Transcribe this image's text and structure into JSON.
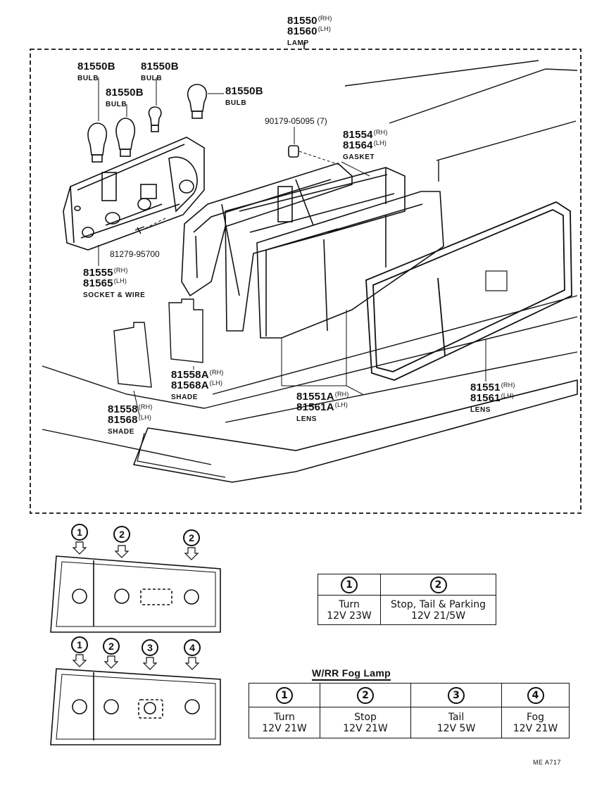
{
  "lamp": {
    "pn_rh": "81550",
    "pn_lh": "81560",
    "rh": "(RH)",
    "lh": "(LH)",
    "name": "LAMP"
  },
  "bulbs": [
    {
      "pn": "81550B",
      "name": "BULB"
    },
    {
      "pn": "81550B",
      "name": "BULB"
    },
    {
      "pn": "81550B",
      "name": "BULB"
    },
    {
      "pn": "81550B",
      "name": "BULB"
    }
  ],
  "screw": {
    "pn": "90179-05095",
    "qty": "(7)"
  },
  "gasket": {
    "pn_rh": "81554",
    "pn_lh": "81564",
    "rh": "(RH)",
    "lh": "(LH)",
    "name": "GASKET"
  },
  "bolt": {
    "pn": "81279-95700"
  },
  "socket": {
    "pn_rh": "81555",
    "pn_lh": "81565",
    "rh": "(RH)",
    "lh": "(LH)",
    "name": "SOCKET & WIRE"
  },
  "shade_a": {
    "pn_rh": "81558A",
    "pn_lh": "81568A",
    "rh": "(RH)",
    "lh": "(LH)",
    "name": "SHADE"
  },
  "shade": {
    "pn_rh": "81558",
    "pn_lh": "81568",
    "rh": "(RH)",
    "lh": "(LH)",
    "name": "SHADE"
  },
  "lens_a": {
    "pn_rh": "81551A",
    "pn_lh": "81561A",
    "rh": "(RH)",
    "lh": "(LH)",
    "name": "LENS"
  },
  "lens": {
    "pn_rh": "81551",
    "pn_lh": "81561",
    "rh": "(RH)",
    "lh": "(LH)",
    "name": "LENS"
  },
  "layout1": {
    "markers": [
      "1",
      "2",
      "2"
    ],
    "table": {
      "heads": [
        "1",
        "2"
      ],
      "rows": [
        [
          "Turn",
          "Stop, Tail & Parking"
        ],
        [
          "12V 23W",
          "12V 21/5W"
        ]
      ]
    }
  },
  "layout2": {
    "markers": [
      "1",
      "2",
      "3",
      "4"
    ],
    "title": "W/RR Fog Lamp",
    "table": {
      "heads": [
        "1",
        "2",
        "3",
        "4"
      ],
      "rows": [
        [
          "Turn",
          "Stop",
          "Tail",
          "Fog"
        ],
        [
          "12V 21W",
          "12V 21W",
          "12V 5W",
          "12V 21W"
        ]
      ]
    }
  },
  "ref_code": "ME  A717"
}
